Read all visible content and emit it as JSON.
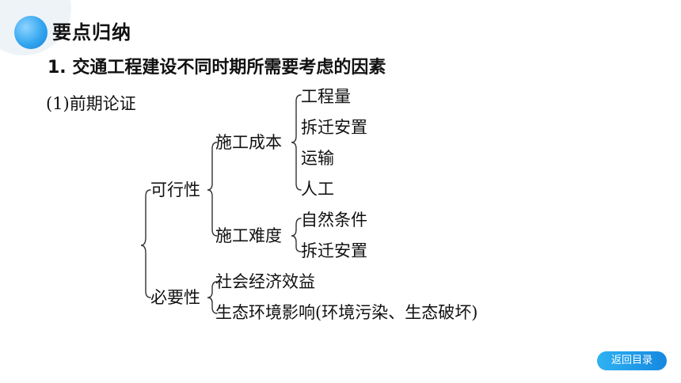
{
  "section_title": "要点归纳",
  "heading": "1. 交通工程建设不同时期所需要考虑的因素",
  "subheading": "(1)前期论证",
  "tree": {
    "feasibility": "可行性",
    "cost": "施工成本",
    "cost_items": [
      "工程量",
      "拆迁安置",
      "运输",
      "人工"
    ],
    "difficulty": "施工难度",
    "difficulty_items": [
      "自然条件",
      "拆迁安置"
    ],
    "necessity": "必要性",
    "necessity_items": [
      "社会经济效益",
      "生态环境影响(环境污染、生态破坏)"
    ]
  },
  "back_button": "返回目录"
}
